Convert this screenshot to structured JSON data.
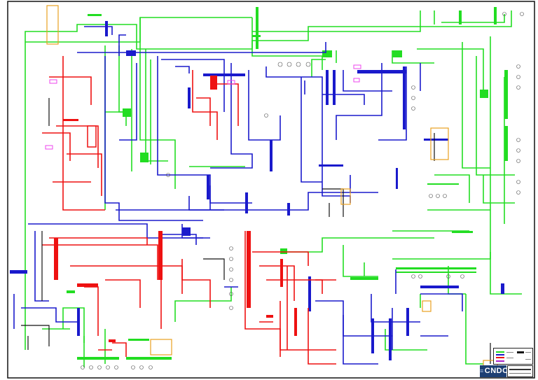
{
  "diagram": {
    "type": "single-line electrical transmission network diagram",
    "organization": "CNDC",
    "logo_text": "CNDC",
    "network_colors": {
      "high_voltage_green": "#22dd22",
      "transmission_blue": "#1a1acc",
      "subtransmission_red": "#ee1111",
      "distribution_black": "#111111",
      "highlight_orange": "#e8a020",
      "marker_magenta": "#ee44ee"
    },
    "legend": {
      "entries": [
        {
          "color": "#22dd22",
          "label": "high voltage"
        },
        {
          "color": "#1a1acc",
          "label": "transmission"
        },
        {
          "color": "#ee1111",
          "label": "sub-transmission"
        },
        {
          "color": "#111111",
          "label": "generation"
        }
      ]
    },
    "title_block": {
      "text": "CNDC"
    }
  }
}
